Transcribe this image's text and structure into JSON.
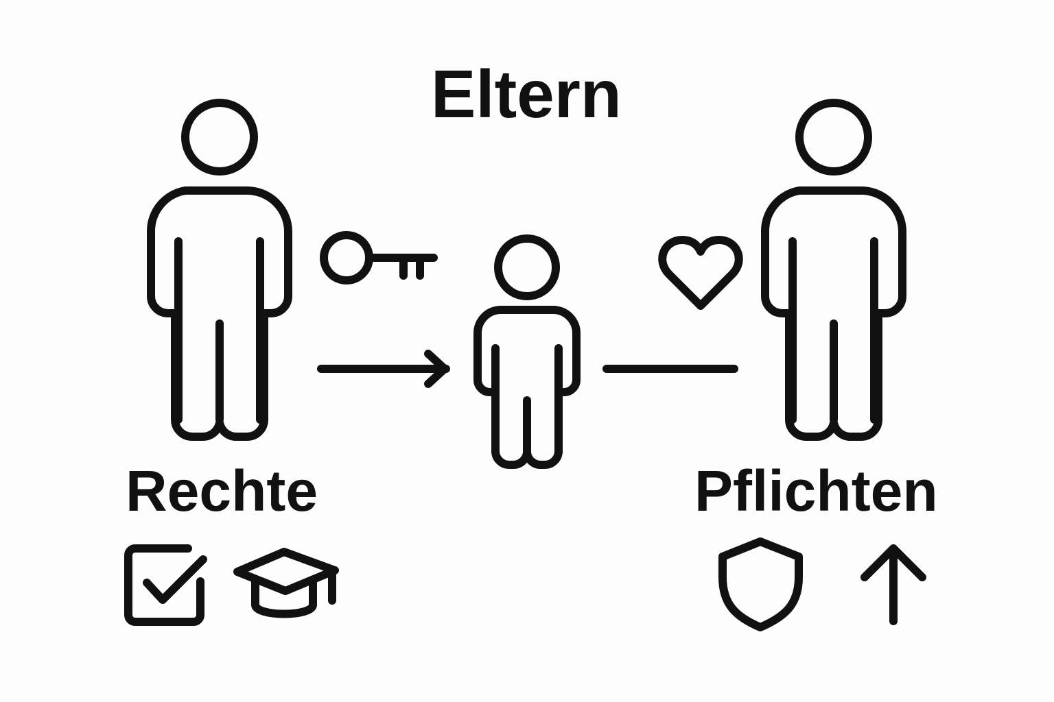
{
  "diagram": {
    "title": "Eltern",
    "left_label": "Rechte",
    "right_label": "Pflichten",
    "icons": {
      "left_parent": "person-icon",
      "child": "child-icon",
      "right_parent": "person-icon",
      "rights_symbol": "key-icon",
      "duties_symbol": "heart-icon",
      "rights_list": [
        "checkbox-icon",
        "graduation-cap-icon"
      ],
      "duties_list": [
        "shield-icon",
        "up-arrow-icon"
      ]
    },
    "colors": {
      "stroke": "#111111",
      "background": "#fdfdfd"
    }
  }
}
